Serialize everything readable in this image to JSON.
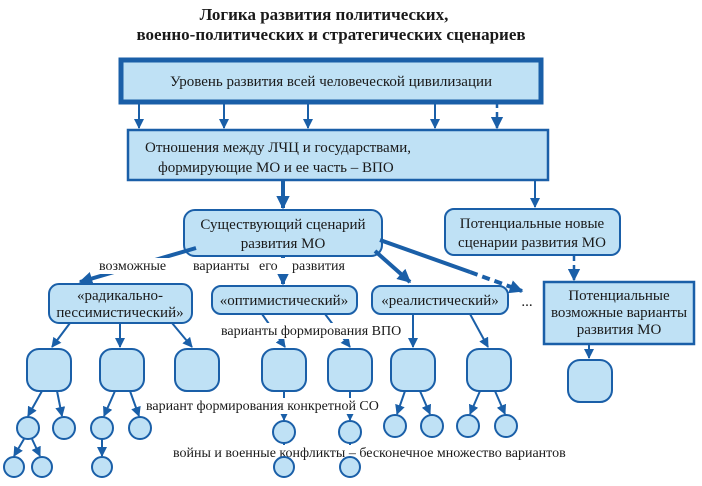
{
  "title": {
    "line1": "Логика развития политических,",
    "line2": "военно-политических и стратегических сценариев"
  },
  "level1": "Уровень развития всей человеческой цивилизации",
  "level2": {
    "line1": "Отношения между ЛЧЦ и государствами,",
    "line2": "формирующие МО и ее часть – ВПО"
  },
  "existing": {
    "line1": "Существующий сценарий",
    "line2": "развития МО"
  },
  "potential_new": {
    "line1": "Потенциальные новые",
    "line2": "сценарии развития МО"
  },
  "potential_variants": {
    "line1": "Потенциальные",
    "line2": "возможные варианты",
    "line3": "развития МО"
  },
  "variants_label": {
    "w1": "возможные",
    "w2": "варианты",
    "w3": "его",
    "w4": "развития"
  },
  "scenarios": {
    "radical": {
      "line1": "«радикально-",
      "line2": "пессимистический»"
    },
    "optimistic": "«оптимистический»",
    "realistic": "«реалистический»",
    "ellipsis": "..."
  },
  "vpo_label": "варианты  формирования ВПО",
  "co_label": "вариант  формирования конкретной СО",
  "conflicts_label": "войны и военные  конфликты – бесконечное множество вариантов"
}
